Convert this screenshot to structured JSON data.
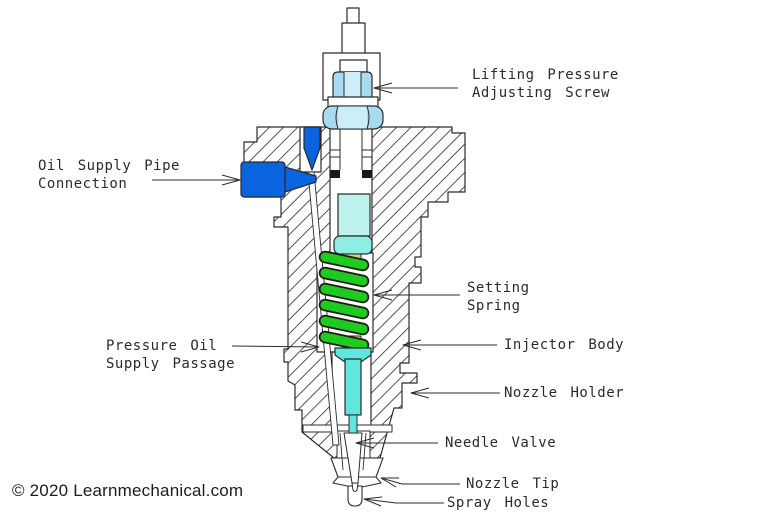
{
  "labels": {
    "lifting_screw": {
      "line1": "Lifting Pressure",
      "line2": "Adjusting Screw"
    },
    "oil_supply": {
      "line1": "Oil Supply Pipe",
      "line2": "Connection"
    },
    "setting_spring": {
      "line1": "Setting",
      "line2": "Spring"
    },
    "pressure_passage": {
      "line1": "Pressure Oil",
      "line2": "Supply Passage"
    },
    "injector_body": {
      "line1": "Injector Body"
    },
    "nozzle_holder": {
      "line1": "Nozzle Holder"
    },
    "needle_valve": {
      "line1": "Needle Valve"
    },
    "nozzle_tip": {
      "line1": "Nozzle Tip"
    },
    "spray_holes": {
      "line1": "Spray Holes"
    }
  },
  "copyright": "© 2020 Learnmechanical.com",
  "colors": {
    "line": "#2b2b2b",
    "connection_blue": "#0a64e0",
    "nut_cyan": "#a7dbf2",
    "nut_cyan_light": "#cdedf9",
    "spindle_cyan": "#bdf3ec",
    "cap_cyan": "#8feee4",
    "needle_cyan": "#5fe6df",
    "spring_green": "#1ecb1e",
    "seat_khaki": "#d2d47c"
  }
}
